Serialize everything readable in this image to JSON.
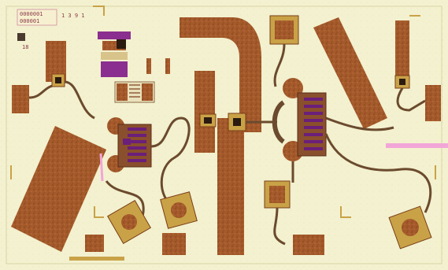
{
  "image": {
    "kind": "microscope photo of a microwave integrated circuit die",
    "colors": {
      "substrate": "#f3f1cf",
      "metal": "#a85a2c",
      "metal_dark": "#7a3d18",
      "trace": "#6b4a2e",
      "gold": "#c9a247",
      "via": "#2a1a10",
      "accent_pink": "#f2a6d8",
      "accent_purple": "#6b1f7a",
      "capacitor": "#8a2f8f"
    }
  },
  "labels": {
    "die_mark_1": "0000001",
    "die_mark_2": "000001",
    "die_mark_3": "1 3 9 1",
    "die_mark_4": "18"
  }
}
